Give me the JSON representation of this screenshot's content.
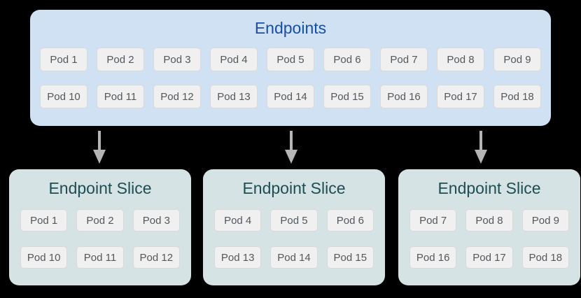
{
  "colors": {
    "background": "#000000",
    "endpoints_bg": "#cfe1f3",
    "endpoints_title": "#174ea6",
    "slice_bg": "#d5e3e4",
    "slice_title": "#1f4d52",
    "pod_bg": "#f0f0f0",
    "pod_border": "#d9d9d9",
    "pod_text": "#54575b",
    "arrow": "#b5b5b5"
  },
  "endpoints": {
    "title": "Endpoints",
    "pods": [
      "Pod 1",
      "Pod 2",
      "Pod 3",
      "Pod 4",
      "Pod 5",
      "Pod 6",
      "Pod 7",
      "Pod 8",
      "Pod 9",
      "Pod 10",
      "Pod 11",
      "Pod 12",
      "Pod 13",
      "Pod 14",
      "Pod 15",
      "Pod 16",
      "Pod 17",
      "Pod 18"
    ]
  },
  "arrows": {
    "count": 3,
    "direction": "down"
  },
  "slices": [
    {
      "title": "Endpoint Slice",
      "pods": [
        "Pod 1",
        "Pod 2",
        "Pod 3",
        "Pod 10",
        "Pod 11",
        "Pod 12"
      ]
    },
    {
      "title": "Endpoint Slice",
      "pods": [
        "Pod 4",
        "Pod 5",
        "Pod 6",
        "Pod 13",
        "Pod 14",
        "Pod 15"
      ]
    },
    {
      "title": "Endpoint Slice",
      "pods": [
        "Pod 7",
        "Pod 8",
        "Pod 9",
        "Pod 16",
        "Pod 17",
        "Pod 18"
      ]
    }
  ]
}
